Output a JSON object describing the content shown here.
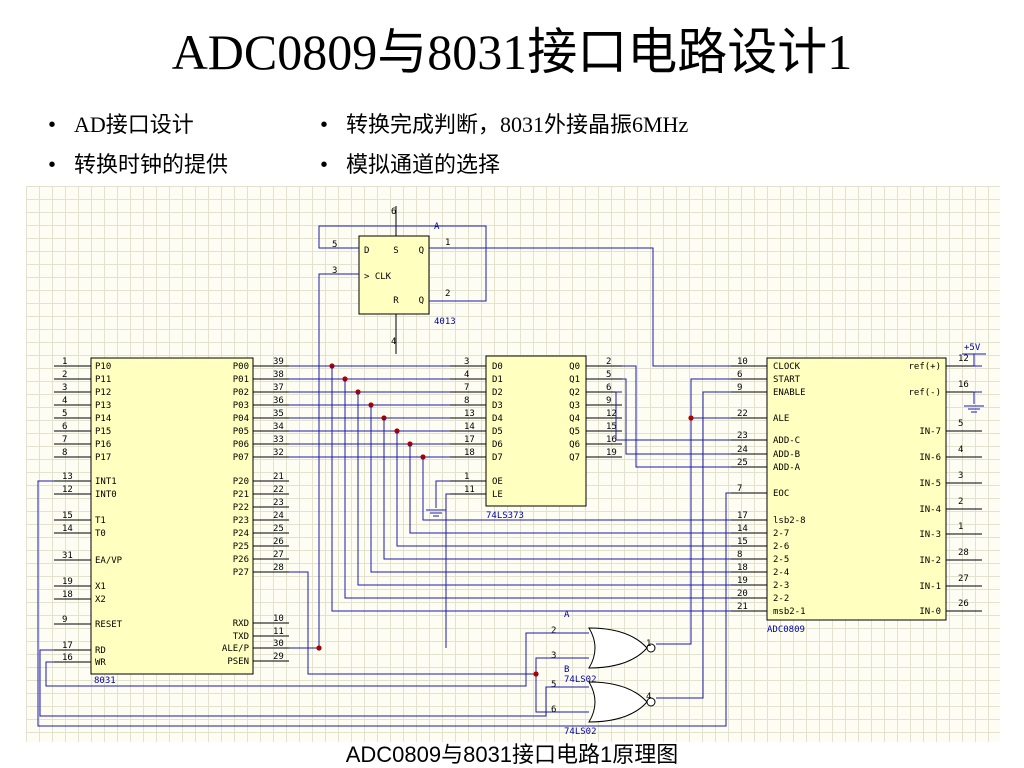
{
  "title": "ADC0809与8031接口电路设计1",
  "bullets": {
    "left": [
      "AD接口设计",
      "转换时钟的提供"
    ],
    "right": [
      "转换完成判断，8031外接晶振6MHz",
      "模拟通道的选择"
    ]
  },
  "caption": "ADC0809与8031接口电路1原理图",
  "colors": {
    "wire": "#1a1aa8",
    "body": "#ffffc0",
    "dot": "#aa0000",
    "grid": "#e2e2cf"
  },
  "schematic": {
    "u8031": {
      "name": "8031",
      "left_pins": [
        {
          "num": "1",
          "name": "P10"
        },
        {
          "num": "2",
          "name": "P11"
        },
        {
          "num": "3",
          "name": "P12"
        },
        {
          "num": "4",
          "name": "P13"
        },
        {
          "num": "5",
          "name": "P14"
        },
        {
          "num": "6",
          "name": "P15"
        },
        {
          "num": "7",
          "name": "P16"
        },
        {
          "num": "8",
          "name": "P17"
        },
        {
          "num": "13",
          "name": "INT1"
        },
        {
          "num": "12",
          "name": "INT0"
        },
        {
          "num": "15",
          "name": "T1"
        },
        {
          "num": "14",
          "name": "T0"
        },
        {
          "num": "31",
          "name": "EA/VP"
        },
        {
          "num": "19",
          "name": "X1"
        },
        {
          "num": "18",
          "name": "X2"
        },
        {
          "num": "9",
          "name": "RESET"
        },
        {
          "num": "17",
          "name": "RD"
        },
        {
          "num": "16",
          "name": "WR"
        }
      ],
      "right_pins": [
        {
          "num": "39",
          "name": "P00"
        },
        {
          "num": "38",
          "name": "P01"
        },
        {
          "num": "37",
          "name": "P02"
        },
        {
          "num": "36",
          "name": "P03"
        },
        {
          "num": "35",
          "name": "P04"
        },
        {
          "num": "34",
          "name": "P05"
        },
        {
          "num": "33",
          "name": "P06"
        },
        {
          "num": "32",
          "name": "P07"
        },
        {
          "num": "21",
          "name": "P20"
        },
        {
          "num": "22",
          "name": "P21"
        },
        {
          "num": "23",
          "name": "P22"
        },
        {
          "num": "24",
          "name": "P23"
        },
        {
          "num": "25",
          "name": "P24"
        },
        {
          "num": "26",
          "name": "P25"
        },
        {
          "num": "27",
          "name": "P26"
        },
        {
          "num": "28",
          "name": "P27"
        },
        {
          "num": "10",
          "name": "RXD"
        },
        {
          "num": "11",
          "name": "TXD"
        },
        {
          "num": "30",
          "name": "ALE/P"
        },
        {
          "num": "29",
          "name": "PSEN"
        }
      ]
    },
    "u74ls373": {
      "name": "74LS373",
      "d_pins": [
        {
          "num": "3",
          "name": "D0"
        },
        {
          "num": "4",
          "name": "D1"
        },
        {
          "num": "7",
          "name": "D2"
        },
        {
          "num": "8",
          "name": "D3"
        },
        {
          "num": "13",
          "name": "D4"
        },
        {
          "num": "14",
          "name": "D5"
        },
        {
          "num": "17",
          "name": "D6"
        },
        {
          "num": "18",
          "name": "D7"
        }
      ],
      "q_pins": [
        {
          "num": "2",
          "name": "Q0"
        },
        {
          "num": "5",
          "name": "Q1"
        },
        {
          "num": "6",
          "name": "Q2"
        },
        {
          "num": "9",
          "name": "Q3"
        },
        {
          "num": "12",
          "name": "Q4"
        },
        {
          "num": "15",
          "name": "Q5"
        },
        {
          "num": "16",
          "name": "Q6"
        },
        {
          "num": "19",
          "name": "Q7"
        }
      ],
      "ctrl_pins": [
        {
          "num": "1",
          "name": "OE"
        },
        {
          "num": "11",
          "name": "LE"
        }
      ]
    },
    "u4013": {
      "name": "4013",
      "unit": "A",
      "pins": [
        {
          "num": "5",
          "name": "D"
        },
        {
          "num": "3",
          "name": "CLK"
        },
        {
          "num": "1",
          "name": "Q"
        },
        {
          "num": "2",
          "name": "Q"
        },
        {
          "num": "6",
          "name": "S"
        },
        {
          "num": "4",
          "name": "R"
        }
      ]
    },
    "u0809": {
      "name": "ADC0809",
      "left_pins": [
        {
          "num": "10",
          "name": "CLOCK"
        },
        {
          "num": "6",
          "name": "START"
        },
        {
          "num": "9",
          "name": "ENABLE"
        },
        {
          "num": "22",
          "name": "ALE"
        },
        {
          "num": "23",
          "name": "ADD-C"
        },
        {
          "num": "24",
          "name": "ADD-B"
        },
        {
          "num": "25",
          "name": "ADD-A"
        },
        {
          "num": "7",
          "name": "EOC"
        },
        {
          "num": "17",
          "name": "lsb2-8"
        },
        {
          "num": "14",
          "name": "2-7"
        },
        {
          "num": "15",
          "name": "2-6"
        },
        {
          "num": "8",
          "name": "2-5"
        },
        {
          "num": "18",
          "name": "2-4"
        },
        {
          "num": "19",
          "name": "2-3"
        },
        {
          "num": "20",
          "name": "2-2"
        },
        {
          "num": "21",
          "name": "msb2-1"
        }
      ],
      "right_pins": [
        {
          "num": "12",
          "name": "ref(+)"
        },
        {
          "num": "16",
          "name": "ref(-)"
        },
        {
          "num": "5",
          "name": "IN-7"
        },
        {
          "num": "4",
          "name": "IN-6"
        },
        {
          "num": "3",
          "name": "IN-5"
        },
        {
          "num": "2",
          "name": "IN-4"
        },
        {
          "num": "1",
          "name": "IN-3"
        },
        {
          "num": "28",
          "name": "IN-2"
        },
        {
          "num": "27",
          "name": "IN-1"
        },
        {
          "num": "26",
          "name": "IN-0"
        }
      ],
      "vref": "+5V"
    },
    "gates": {
      "name": "74LS02",
      "gate_a": {
        "unit": "A",
        "inputs": [
          "2",
          "3"
        ],
        "output": "1"
      },
      "gate_b": {
        "unit": "B",
        "inputs": [
          "5",
          "6"
        ],
        "output": "4"
      }
    }
  }
}
